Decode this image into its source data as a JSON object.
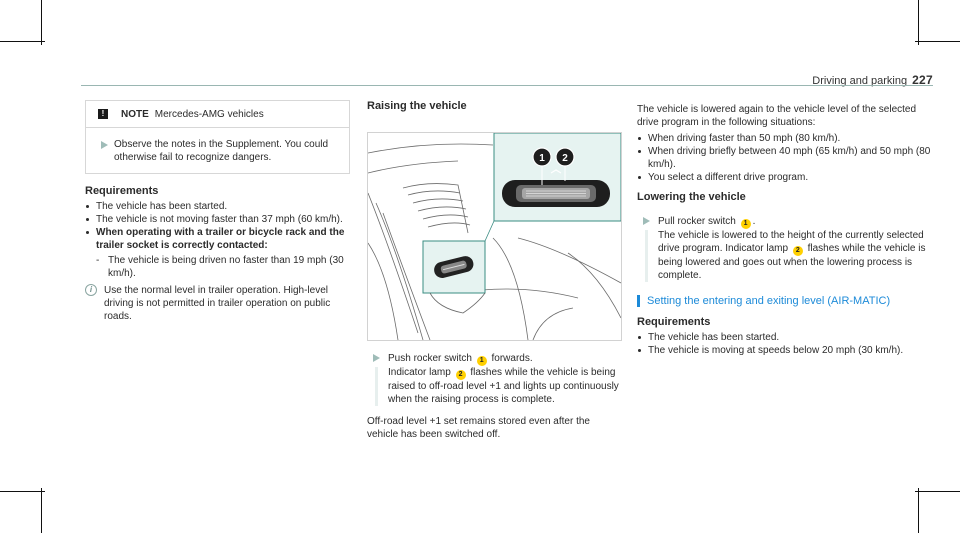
{
  "header": {
    "section": "Driving and parking",
    "page": "227"
  },
  "col1": {
    "note": {
      "icon": "warning-exclamation-icon",
      "label": "NOTE",
      "title": "Mercedes-AMG vehicles",
      "step": "Observe the notes in the Supplement. You could otherwise fail to recognize dangers."
    },
    "requirements_title": "Requirements",
    "bullets": [
      "The vehicle has been started.",
      "The vehicle is not moving faster than 37 mph (60 km/h).",
      "When operating with a trailer or bicycle rack and the trailer socket is correctly contacted:"
    ],
    "dash": "The vehicle is being driven no faster than 19 mph (30 km/h).",
    "info": "Use the normal level in trailer operation. High-level driving is not permitted in trailer operation on public roads."
  },
  "col2": {
    "heading": "Raising the vehicle",
    "figure": {
      "callout_1": "1",
      "callout_2": "2"
    },
    "step_a": "Push rocker switch",
    "step_num1": "1",
    "step_b": "forwards.",
    "step_c": "Indicator lamp",
    "step_num2": "2",
    "step_d": "flashes while the vehicle is being raised to off-road level +1 and lights up continuously when the raising process is complete.",
    "para": "Off-road level +1 set remains stored even after the vehicle has been switched off."
  },
  "col3": {
    "intro": "The vehicle is lowered again to the vehicle level of the selected drive program in the following situations:",
    "bullets": [
      "When driving faster than 50 mph (80 km/h).",
      "When driving briefly between 40 mph (65 km/h) and 50 mph (80 km/h).",
      "You select a different drive program."
    ],
    "lowering_heading": "Lowering the vehicle",
    "step_a": "Pull rocker switch",
    "step_num1": "1",
    "step_b": ".",
    "step_c": "The vehicle is lowered to the height of the currently selected drive program. Indicator lamp",
    "step_num2": "2",
    "step_d": "flashes while the vehicle is being lowered and goes out when the lowering process is complete.",
    "blue_heading": "Setting the entering and exiting level (AIR-MATIC)",
    "requirements_title": "Requirements",
    "req_bullets": [
      "The vehicle has been started.",
      "The vehicle is moving at speeds below 20 mph (30 km/h)."
    ]
  },
  "colors": {
    "accent_blue": "#1c8ad8",
    "callout_yellow": "#ffd000",
    "figure_inset": "#e6f3f1"
  }
}
